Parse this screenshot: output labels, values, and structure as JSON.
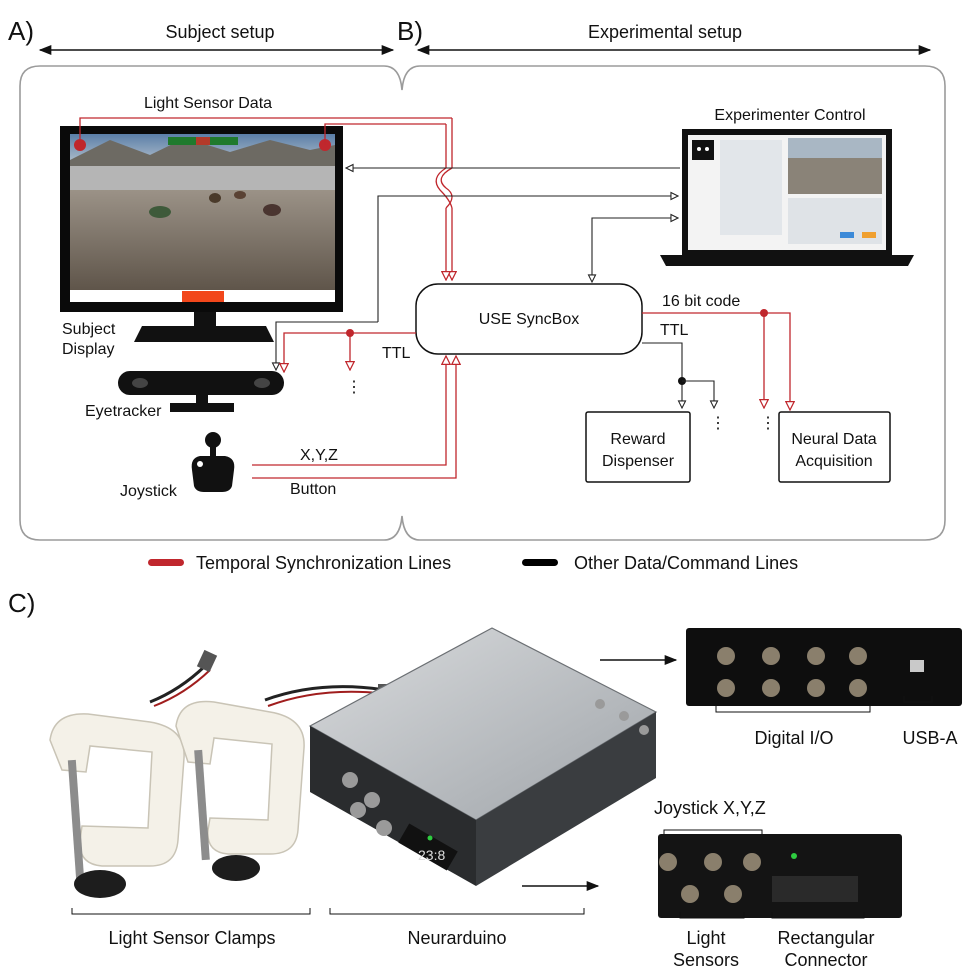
{
  "panels": {
    "a_letter": "A)",
    "b_letter": "B)",
    "c_letter": "C)",
    "a_title": "Subject setup",
    "b_title": "Experimental setup"
  },
  "subject": {
    "light_sensor_data": "Light Sensor Data",
    "display_line1": "Subject",
    "display_line2": "Display",
    "eyetracker": "Eyetracker",
    "joystick": "Joystick",
    "xyz": "X,Y,Z",
    "button": "Button",
    "ttl_left": "TTL"
  },
  "experimental": {
    "experimenter_control": "Experimenter Control",
    "syncbox": "USE SyncBox",
    "code16": "16 bit code",
    "ttl_right": "TTL",
    "reward_line1": "Reward",
    "reward_line2": "Dispenser",
    "neural_line1": "Neural Data",
    "neural_line2": "Acquisition",
    "ellipsis": "⋮"
  },
  "legend": {
    "temporal": "Temporal Synchronization Lines",
    "other": "Other Data/Command Lines",
    "temporal_color": "#c0272d",
    "other_color": "#000000"
  },
  "hardware": {
    "light_sensor_clamps": "Light Sensor Clamps",
    "neurarduino": "Neurarduino",
    "digital_io": "Digital I/O",
    "usb_a": "USB-A",
    "joystick_xyz": "Joystick X,Y,Z",
    "light_line1": "Light",
    "light_line2": "Sensors",
    "rect_line1": "Rectangular",
    "rect_line2": "Connector",
    "device_label": "23:8"
  }
}
